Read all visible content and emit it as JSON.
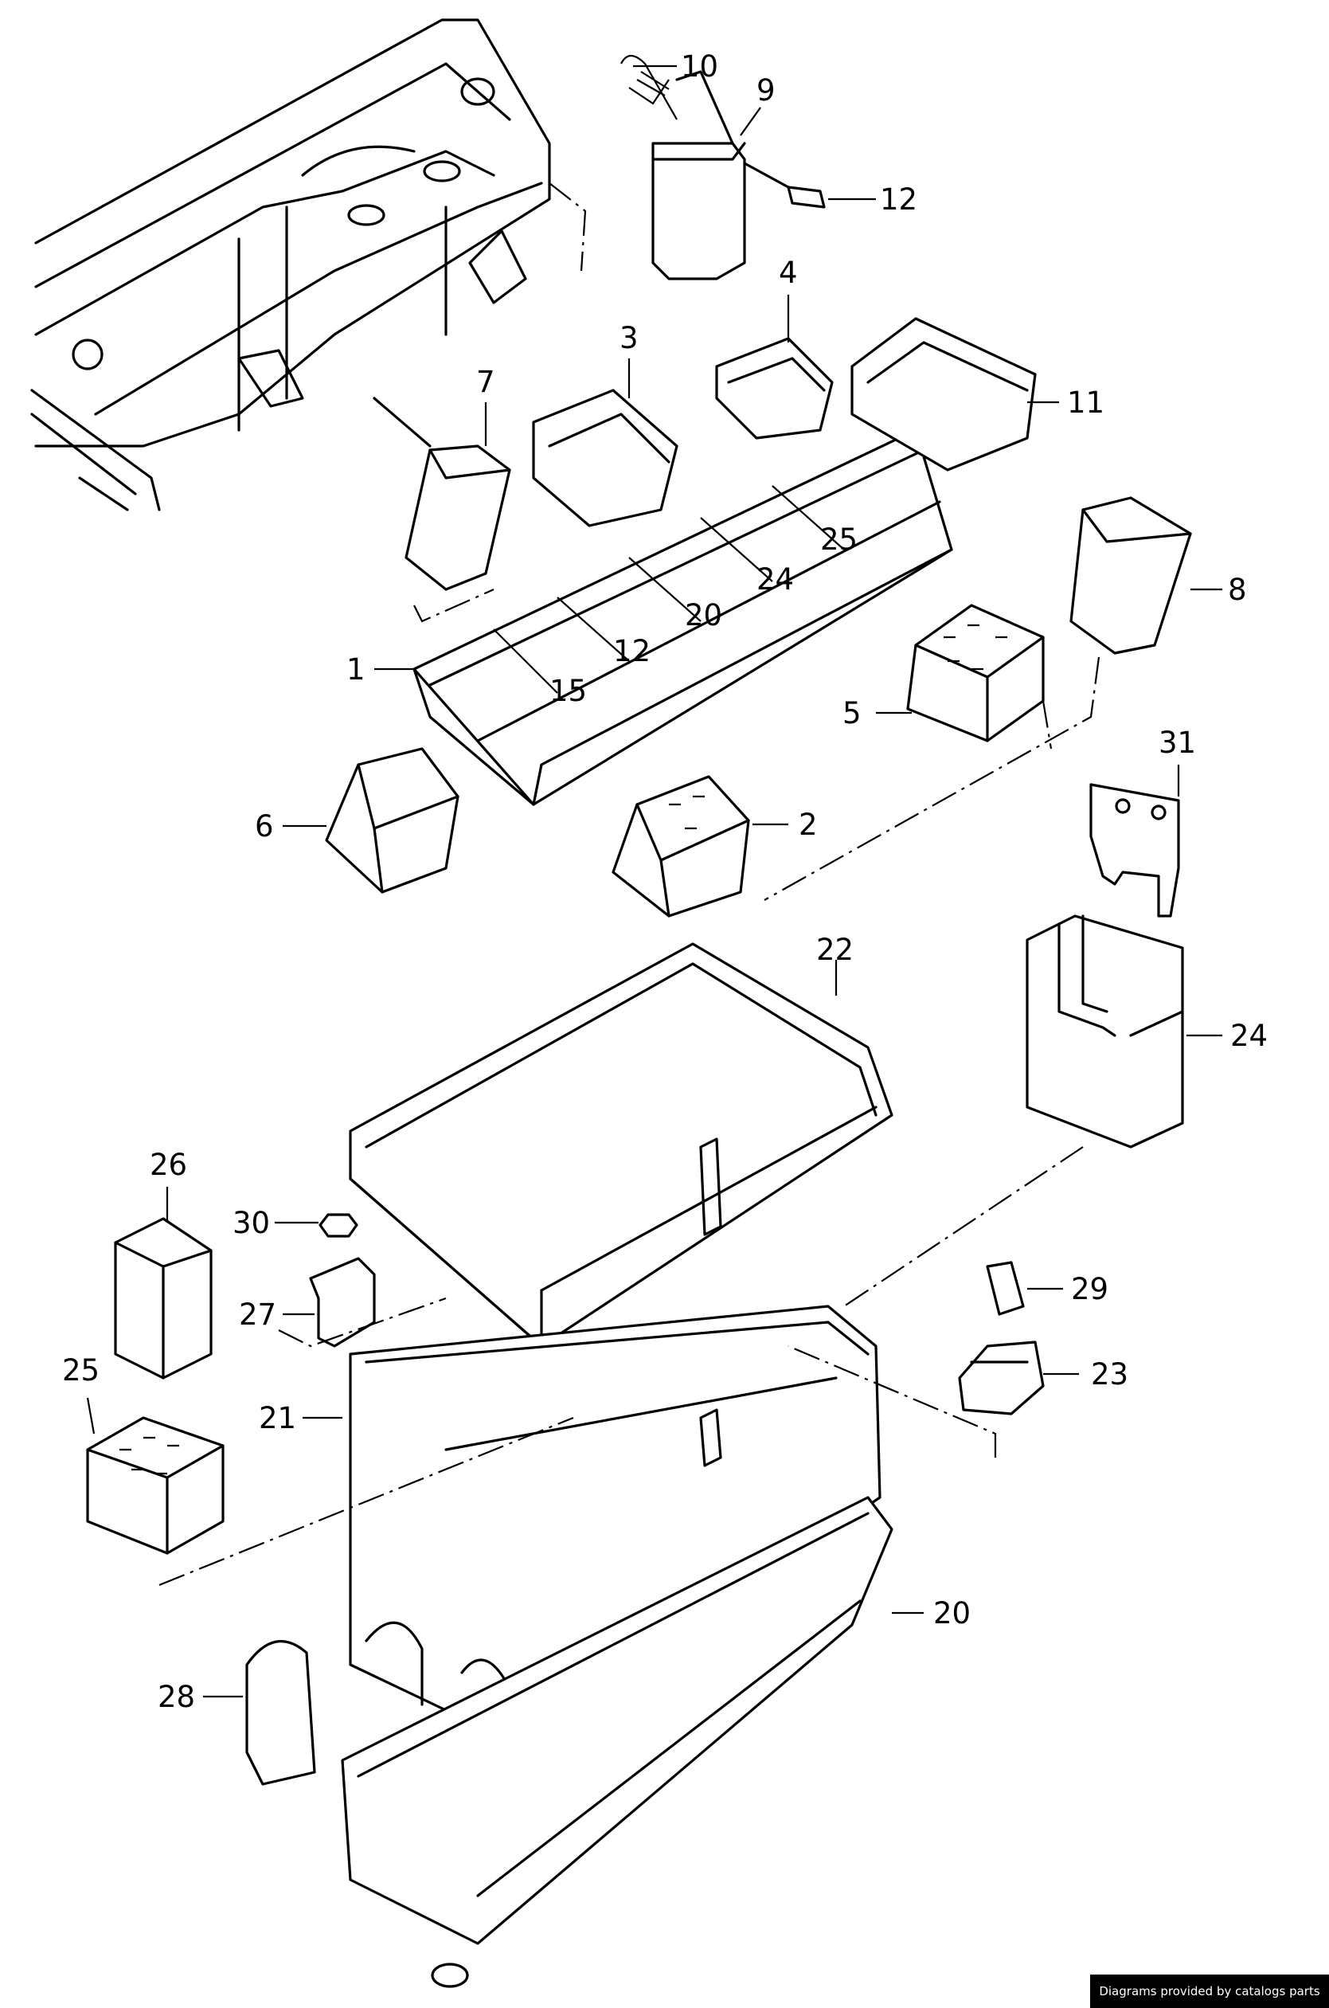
{
  "labels": {
    "l1": "1",
    "l2": "2",
    "l3": "3",
    "l4": "4",
    "l5": "5",
    "l6": "6",
    "l7": "7",
    "l8": "8",
    "l9": "9",
    "l10": "10",
    "l11": "11",
    "l12": "12",
    "l20": "20",
    "l21": "21",
    "l22": "22",
    "l23": "23",
    "l24": "24",
    "l25": "25",
    "l26": "26",
    "l27": "27",
    "l28": "28",
    "l29": "29",
    "l30": "30",
    "l31": "31"
  },
  "credit": "Diagrams provided by catalogs parts"
}
